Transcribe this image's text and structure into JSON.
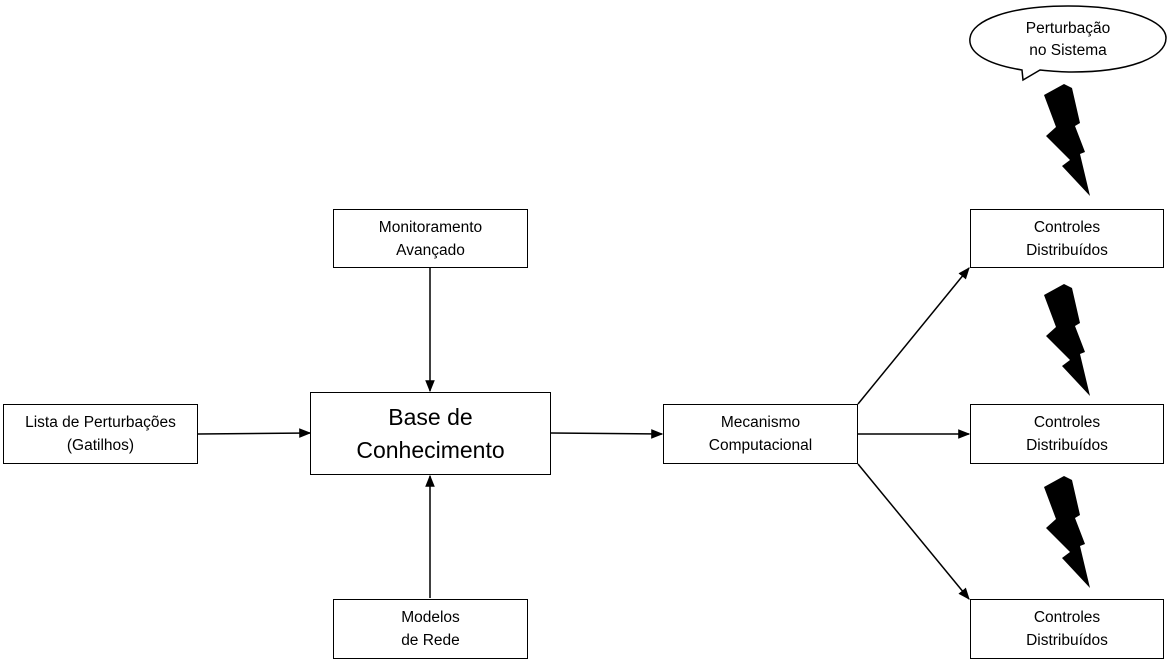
{
  "nodes": {
    "monitoramento": {
      "line1": "Monitoramento",
      "line2": "Avançado"
    },
    "lista": {
      "line1": "Lista de Perturbações",
      "line2": "(Gatilhos)"
    },
    "base": {
      "line1": "Base de",
      "line2": "Conhecimento"
    },
    "modelos": {
      "line1": "Modelos",
      "line2": "de Rede"
    },
    "mecanismo": {
      "line1": "Mecanismo",
      "line2": "Computacional"
    },
    "controles": [
      {
        "line1": "Controles",
        "line2": "Distribuídos"
      },
      {
        "line1": "Controles",
        "line2": "Distribuídos"
      },
      {
        "line1": "Controles",
        "line2": "Distribuídos"
      }
    ]
  },
  "callout": {
    "line1": "Perturbação",
    "line2": "no Sistema"
  },
  "icons": [
    "lightning-bolt-icon",
    "lightning-bolt-icon",
    "lightning-bolt-icon"
  ],
  "colors": {
    "stroke": "#000000",
    "fill": "#ffffff",
    "bolt": "#000000"
  }
}
